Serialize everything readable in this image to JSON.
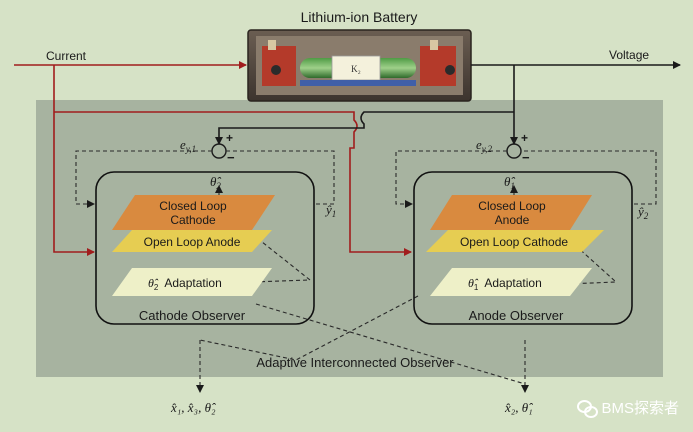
{
  "battery": {
    "title": "Lithium-ion Battery",
    "sticker_text": "K₂"
  },
  "signals": {
    "input": "Current",
    "output": "Voltage"
  },
  "error_terms": {
    "left": "e",
    "left_sub": "y,1",
    "right": "e",
    "right_sub": "y,2"
  },
  "signs": {
    "plus": "+",
    "minus": "−"
  },
  "estimates": {
    "y1_hat": "ŷ",
    "y1_sub": "1",
    "y2_hat": "ŷ",
    "y2_sub": "2",
    "theta2_hat": "θ̂",
    "theta2_sub": "2",
    "theta1_hat": "θ̂",
    "theta1_sub": "1"
  },
  "cathode_observer": {
    "name": "Cathode Observer",
    "layer_closed_line1": "Closed Loop",
    "layer_closed_line2": "Cathode",
    "layer_open": "Open Loop Anode",
    "adaptation": "Adaptation",
    "adaptation_theta": "θ̂",
    "adaptation_sub": "2"
  },
  "anode_observer": {
    "name": "Anode Observer",
    "layer_closed_line1": "Closed Loop",
    "layer_closed_line2": "Anode",
    "layer_open": "Open Loop Cathode",
    "adaptation": "Adaptation",
    "adaptation_theta": "θ̂",
    "adaptation_sub": "1"
  },
  "container_label": "Adaptive Interconnected Observer",
  "outputs": {
    "left": "x̂₁, x̂₃, θ̂₂",
    "right": "x̂₂, θ̂₁"
  },
  "watermark": {
    "text": "BMS探索者",
    "icon": "wechat-icon"
  },
  "colors": {
    "background": "#d6e2c6",
    "container": "#a7b3a0",
    "current_wire": "#a11d1d",
    "closed_loop_layer": "#d98a3f",
    "open_loop_layer": "#e6cd52",
    "adaptation_layer": "#eef0c8"
  }
}
